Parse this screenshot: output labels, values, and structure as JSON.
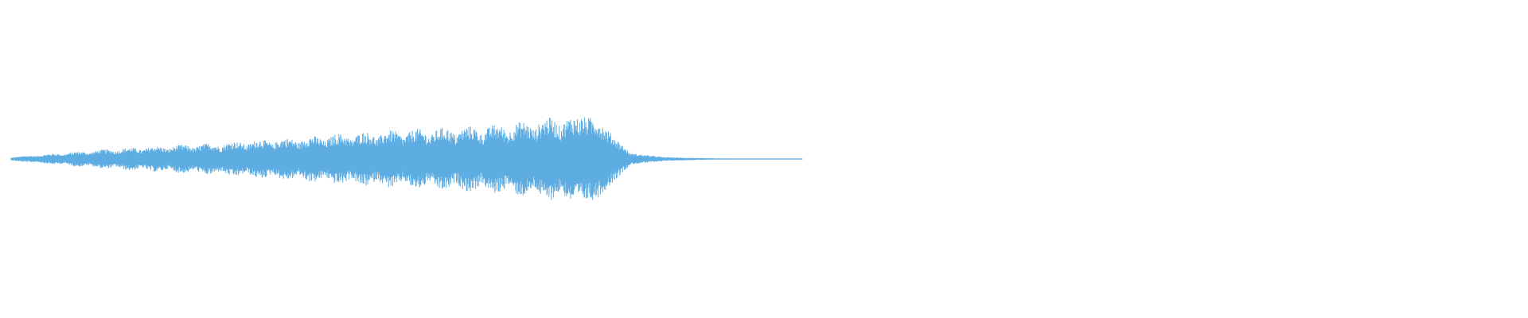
{
  "waveform": {
    "color": "#5dade2",
    "background": "#ffffff",
    "active_fraction": 0.52,
    "envelope": [
      0.04,
      0.1,
      0.16,
      0.22,
      0.26,
      0.3,
      0.34,
      0.4,
      0.44,
      0.5,
      0.56,
      0.6,
      0.64,
      0.68,
      0.72,
      0.8,
      0.92,
      0.86,
      0.12,
      0.04,
      0.02,
      0.01,
      0.01,
      0.01
    ]
  }
}
